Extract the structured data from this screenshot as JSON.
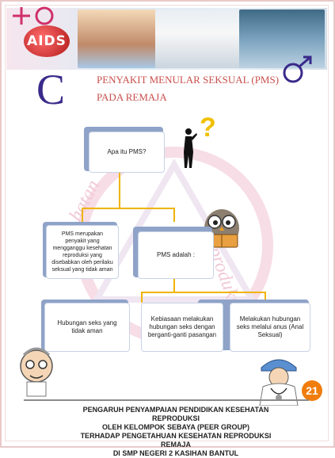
{
  "header": {
    "badge_text": "AIDS",
    "big_letter": "C",
    "title_line1": "PENYAKIT MENULAR SEKSUAL (PMS)",
    "title_line2": "PADA REMAJA",
    "question_mark": "?"
  },
  "diagram": {
    "root": "Apa itu PMS?",
    "left": "PMS merupakan penyakit yang mengganggu kesehatan reproduksi yang disebabkan oleh perilaku seksual yang tidak aman",
    "right": "PMS adalah :",
    "items": [
      "Hubungan seks yang tidak aman",
      "Kebiasaan melakukan hubungan seks dengan berganti-ganti pasangan",
      "Melakukan hubungan seks melalui anus (Anal Seksual)"
    ]
  },
  "watermark": {
    "left": "hatan",
    "right": "reproduksi"
  },
  "footer": {
    "page_number": "21",
    "line1": "PENGARUH PENYAMPAIAN PENDIDIKAN KESEHATAN REPRODUKSI",
    "line2": "OLEH KELOMPOK SEBAYA (PEER GROUP)",
    "line3": "TERHADAP PENGETAHUAN KESEHATAN REPRODUKSI REMAJA",
    "line4": "DI SMP NEGERI 2 KASIHAN BANTUL"
  },
  "colors": {
    "title": "#c8504c",
    "big_letter": "#3a2a8a",
    "connector": "#f0b400",
    "box_shadow": "#8fa3c8",
    "page_badge": "#f07d0d"
  }
}
